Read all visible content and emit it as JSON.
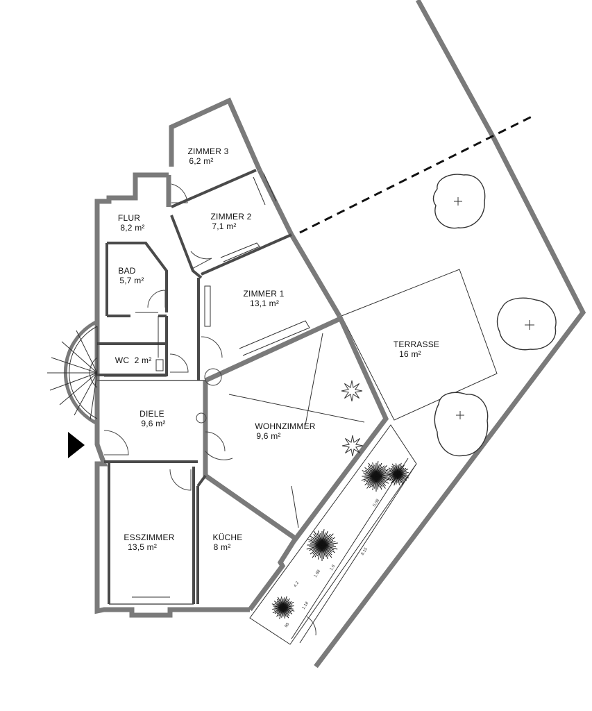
{
  "rooms": [
    {
      "id": "zimmer3",
      "name": "ZIMMER 3",
      "area": "6,2 m²"
    },
    {
      "id": "zimmer2",
      "name": "ZIMMER 2",
      "area": "7,1 m²"
    },
    {
      "id": "flur",
      "name": "FLUR",
      "area": "8,2 m²"
    },
    {
      "id": "bad",
      "name": "BAD",
      "area": "5,7 m²"
    },
    {
      "id": "zimmer1",
      "name": "ZIMMER 1",
      "area": "13,1 m²"
    },
    {
      "id": "wc",
      "name": "WC",
      "area": "2 m²"
    },
    {
      "id": "terrasse",
      "name": "TERRASSE",
      "area": "16 m²"
    },
    {
      "id": "diele",
      "name": "DIELE",
      "area": "9,6 m²"
    },
    {
      "id": "wohnzimmer",
      "name": "WOHNZIMMER",
      "area": "9,6 m²"
    },
    {
      "id": "esszimmer",
      "name": "ESSZIMMER",
      "area": "13,5 m²"
    },
    {
      "id": "kueche",
      "name": "KÜCHE",
      "area": "8 m²"
    }
  ],
  "icons": {
    "entrance": "entrance-arrow-icon",
    "stair": "spiral-staircase-icon",
    "tree": "tree-icon",
    "shrub": "shrub-icon"
  },
  "colors": {
    "outer_wall": "#7a7a7a",
    "inner_wall": "#4a4a4a",
    "line": "#333333",
    "background": "#ffffff"
  }
}
